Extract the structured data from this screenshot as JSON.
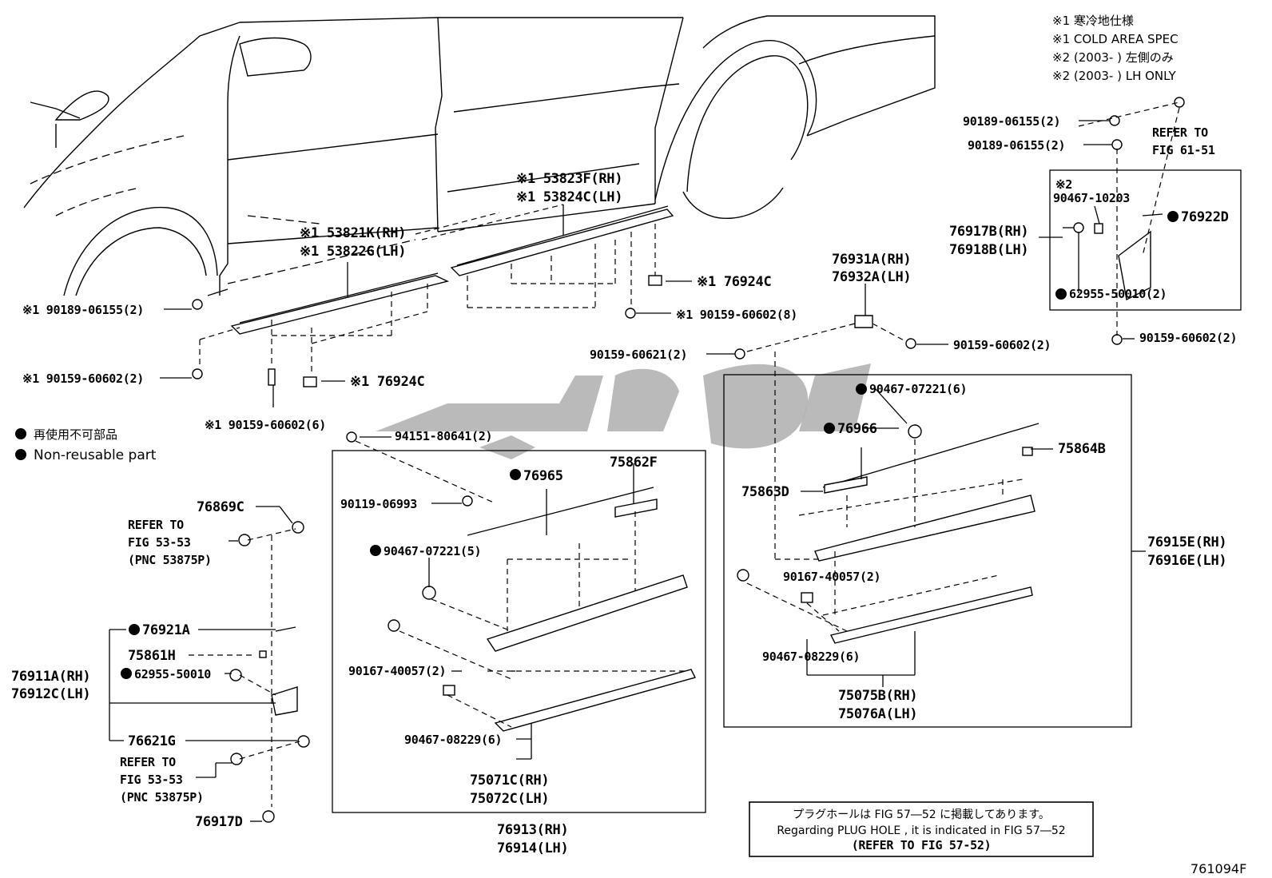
{
  "header_notes": [
    "※1 寒冷地仕様",
    "※1 COLD AREA SPEC",
    "※2 (2003-      ) 左側のみ",
    "※2 (2003-      ) LH ONLY"
  ],
  "legend": {
    "jp": "再使用不可部品",
    "en": "Non-reusable part"
  },
  "labels": {
    "l_53823F": "※1 53823F(RH)",
    "l_53824C": "※1 53824C(LH)",
    "l_53821K": "※1 53821K(RH)",
    "l_53822G": "※1 53822G(LH)",
    "l_90189_left": "※1 90189-06155(2)",
    "l_90159_left": "※1 90159-60602(2)",
    "l_90159_mid6": "※1 90159-60602(6)",
    "l_76924C_low": "※1 76924C",
    "l_76924C_up": "※1 76924C",
    "l_90159_8": "※1 90159-60602(8)",
    "l_76931A": "76931A(RH)",
    "l_76932A": "76932A(LH)",
    "l_90159_60621": "90159-60621(2)",
    "l_90159_right2": "90159-60602(2)",
    "l_90189_r1": "90189-06155(2)",
    "l_90189_r2": "90189-06155(2)",
    "l_refer_61": "REFER TO",
    "l_fig_61": "FIG 61-51",
    "l_x2": "※2",
    "l_90467_10203": "90467-10203",
    "l_76922D": "76922D",
    "l_76917B": "76917B(RH)",
    "l_76918B": "76918B(LH)",
    "l_62955_r": "62955-50010(2)",
    "l_90159_far": "90159-60602(2)",
    "l_94151": "94151-80641(2)",
    "l_76965": "76965",
    "l_75862F": "75862F",
    "l_90119": "90119-06993",
    "l_90467_5": "90467-07221(5)",
    "l_90167_l": "90167-40057(2)",
    "l_90467_08229_l": "90467-08229(6)",
    "l_75071C": "75071C(RH)",
    "l_75072C": "75072C(LH)",
    "l_76913": "76913(RH)",
    "l_76914": "76914(LH)",
    "l_90467_6": "90467-07221(6)",
    "l_76966": "76966",
    "l_75864B": "75864B",
    "l_75863D": "75863D",
    "l_90167_r": "90167-40057(2)",
    "l_90467_08229_r": "90467-08229(6)",
    "l_75075B": "75075B(RH)",
    "l_75076A": "75076A(LH)",
    "l_76915E": "76915E(RH)",
    "l_76916E": "76916E(LH)",
    "l_76869C": "76869C",
    "l_refer_53a": "REFER TO",
    "l_fig_53a": "FIG 53-53",
    "l_pnc_a": "(PNC 53875P)",
    "l_76921A": "76921A",
    "l_75861H": "75861H",
    "l_62955_l": "62955-50010",
    "l_76911A": "76911A(RH)",
    "l_76912C": "76912C(LH)",
    "l_76621G": "76621G",
    "l_refer_53b": "REFER TO",
    "l_fig_53b": "FIG 53-53",
    "l_pnc_b": "(PNC 53875P)",
    "l_76917D": "76917D"
  },
  "plug_note": {
    "jp": "プラグホールは FIG 57―52 に掲載してあります。",
    "en": "Regarding  PLUG  HOLE , it is indicated in  FIG  57―52",
    "ref": "(REFER  TO  FIG 57-52)"
  },
  "figure_id": "761094F",
  "watermark_icon": "arabic-logo-watermark"
}
